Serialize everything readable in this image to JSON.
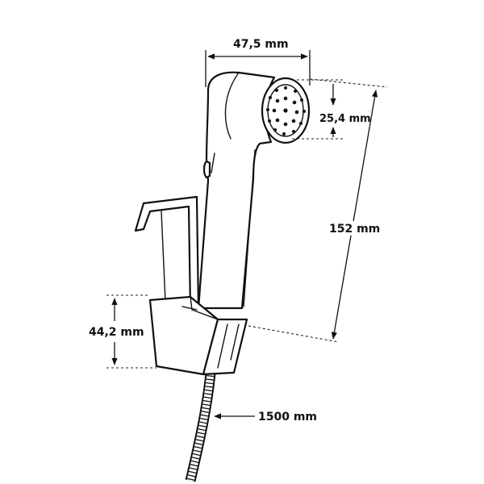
{
  "dimensions": {
    "head_width": "47,5 mm",
    "spray_face": "25,4 mm",
    "total_height": "152 mm",
    "holder_height": "44,2 mm",
    "hose_length": "1500 mm"
  }
}
